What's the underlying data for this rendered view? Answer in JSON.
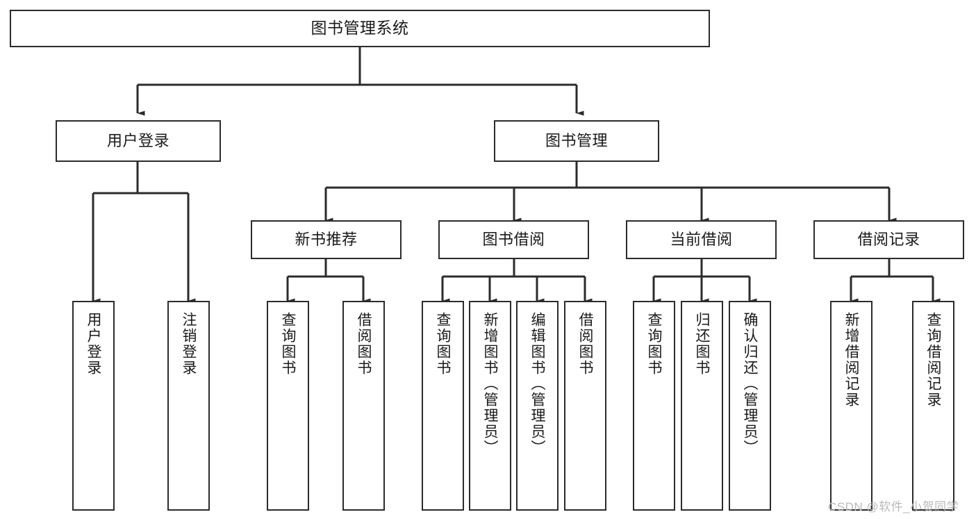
{
  "diagram": {
    "type": "tree-hierarchy-chart",
    "title": "图书管理系统",
    "stroke_color": "#2b2b2b",
    "background_color": "#ffffff",
    "text_color": "#1a1a1a"
  },
  "root": {
    "label": "图书管理系统"
  },
  "level2": [
    {
      "label": "用户登录"
    },
    {
      "label": "图书管理"
    }
  ],
  "level3": [
    {
      "label": "新书推荐"
    },
    {
      "label": "图书借阅"
    },
    {
      "label": "当前借阅"
    },
    {
      "label": "借阅记录"
    }
  ],
  "leaves": {
    "user_login": [
      {
        "label": "用户登录"
      },
      {
        "label": "注销登录"
      }
    ],
    "new_book_recommend": [
      {
        "label": "查询图书"
      },
      {
        "label": "借阅图书"
      }
    ],
    "book_borrow": [
      {
        "label": "查询图书"
      },
      {
        "label": "新增图书（管理员）"
      },
      {
        "label": "编辑图书（管理员）"
      },
      {
        "label": "借阅图书"
      }
    ],
    "current_borrow": [
      {
        "label": "查询图书"
      },
      {
        "label": "归还图书"
      },
      {
        "label": "确认归还（管理员）"
      }
    ],
    "borrow_record": [
      {
        "label": "新增借阅记录"
      },
      {
        "label": "查询借阅记录"
      }
    ]
  },
  "watermark": {
    "text": "CSDN @软件_小贺同学"
  }
}
